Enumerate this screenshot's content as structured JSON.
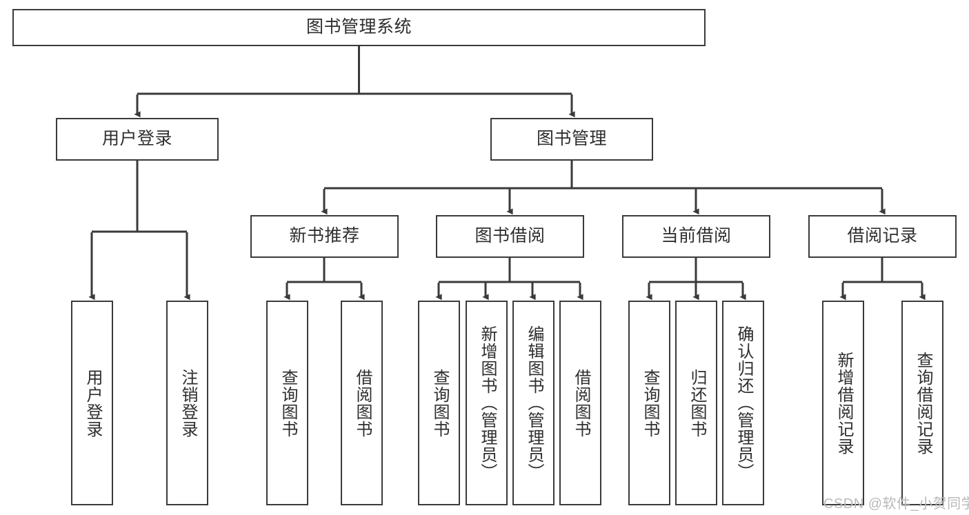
{
  "diagram": {
    "title": "图书管理系统",
    "type": "tree / functional structure chart",
    "root": {
      "label": "图书管理系统"
    },
    "level2": [
      {
        "label": "用户登录"
      },
      {
        "label": "图书管理"
      }
    ],
    "level3": [
      {
        "label": "新书推荐"
      },
      {
        "label": "图书借阅"
      },
      {
        "label": "当前借阅"
      },
      {
        "label": "借阅记录"
      }
    ],
    "leaves": [
      {
        "label": "用户登录",
        "parent": "用户登录"
      },
      {
        "label": "注销登录",
        "parent": "用户登录"
      },
      {
        "label": "查询图书",
        "parent": "新书推荐"
      },
      {
        "label": "借阅图书",
        "parent": "新书推荐"
      },
      {
        "label": "查询图书",
        "parent": "图书借阅"
      },
      {
        "label": "新增图书（管理员）",
        "parent": "图书借阅"
      },
      {
        "label": "编辑图书（管理员）",
        "parent": "图书借阅"
      },
      {
        "label": "借阅图书",
        "parent": "图书借阅"
      },
      {
        "label": "查询图书",
        "parent": "当前借阅"
      },
      {
        "label": "归还图书",
        "parent": "当前借阅"
      },
      {
        "label": "确认归还（管理员）",
        "parent": "当前借阅"
      },
      {
        "label": "新增借阅记录",
        "parent": "借阅记录"
      },
      {
        "label": "查询借阅记录",
        "parent": "借阅记录"
      }
    ],
    "watermark": "CSDN @软件_小贺同学",
    "colors": {
      "box_border": "#3a3a3a",
      "box_fill": "#ffffff",
      "text": "#2e2e2e",
      "edge": "#3a3a3a",
      "watermark": "#b9b9b9",
      "background": "#ffffff"
    }
  }
}
